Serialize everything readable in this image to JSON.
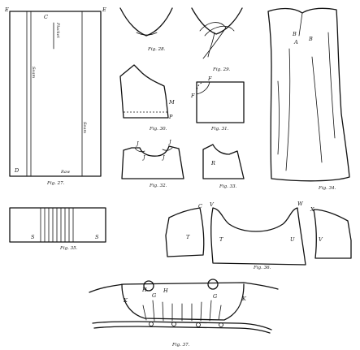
{
  "captions": {
    "fig27": "Fig. 27.",
    "fig28": "Fig. 28.",
    "fig29": "Fig. 29.",
    "fig30": "Fig. 30.",
    "fig31": "Fig. 31.",
    "fig32": "Fig. 32.",
    "fig33": "Fig. 33.",
    "fig34": "Fig. 34.",
    "fig35": "Fig. 35.",
    "fig36": "Fig. 36.",
    "fig37": "Fig. 37."
  },
  "fig27": {
    "corner_tl": "E",
    "corner_tr": "E",
    "corner_bl": "D",
    "center": "C",
    "placket": "Placket",
    "seam_left": "Seam",
    "seam_right": "Seam",
    "raw": "Raw"
  },
  "fig30": {
    "m": "M",
    "p": "P"
  },
  "fig31": {
    "f1": "F",
    "f2": "F"
  },
  "fig32": {
    "j1": "J",
    "j2": "J",
    "j3": "J",
    "j4": "J"
  },
  "fig33": {
    "r": "R"
  },
  "fig34": {
    "a": "A",
    "b1": "B",
    "b2": "B"
  },
  "fig35": {
    "s1": "S",
    "s2": "S"
  },
  "fig36": {
    "c": "C",
    "v": "V",
    "w": "W",
    "x": "X",
    "t1": "T",
    "t2": "T",
    "u": "U",
    "v2": "V"
  },
  "fig37": {
    "h1": "H",
    "h2": "H",
    "g1": "G",
    "g2": "G",
    "k1": "K",
    "k2": "K"
  }
}
